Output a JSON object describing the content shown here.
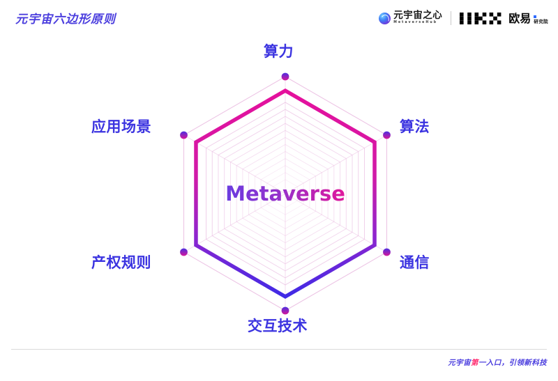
{
  "header": {
    "title": "元宇宙六边形原则",
    "brand": {
      "metaverse_hub": {
        "icon": "metaverse-globe-icon",
        "cn": "元宇宙之心",
        "en": "MetaverseHub"
      },
      "okx": {
        "wordmark": "OKX",
        "cn": "欧易",
        "sub": "研究院"
      }
    }
  },
  "chart_data": {
    "type": "radar",
    "title": "元宇宙六边形原则",
    "center_label": "Metaverse",
    "categories": [
      "算力",
      "算法",
      "通信",
      "交互技术",
      "产权规则",
      "应用场景"
    ],
    "values": [
      88,
      88,
      88,
      88,
      88,
      88
    ],
    "rmax": 100,
    "grid": true,
    "grid_rings": [
      100,
      88,
      78,
      72,
      66,
      60,
      54,
      48,
      42,
      36,
      30,
      24,
      18,
      12
    ],
    "spokes": true,
    "legend": "none",
    "colors": {
      "series_top": "#e0189c",
      "series_bottom": "#4b2ee0",
      "grid": "#e9b9e0",
      "vertex_dot_top": "#4b2ee0",
      "vertex_dot_bottom": "#d6179a",
      "label": "#3b33e0",
      "center_label_left": "#6a3ce0",
      "center_label_right": "#e0189c"
    }
  },
  "footer": {
    "text_before": "元宇宙",
    "text_highlight": "第",
    "text_after": "一入口，引领新科技"
  }
}
